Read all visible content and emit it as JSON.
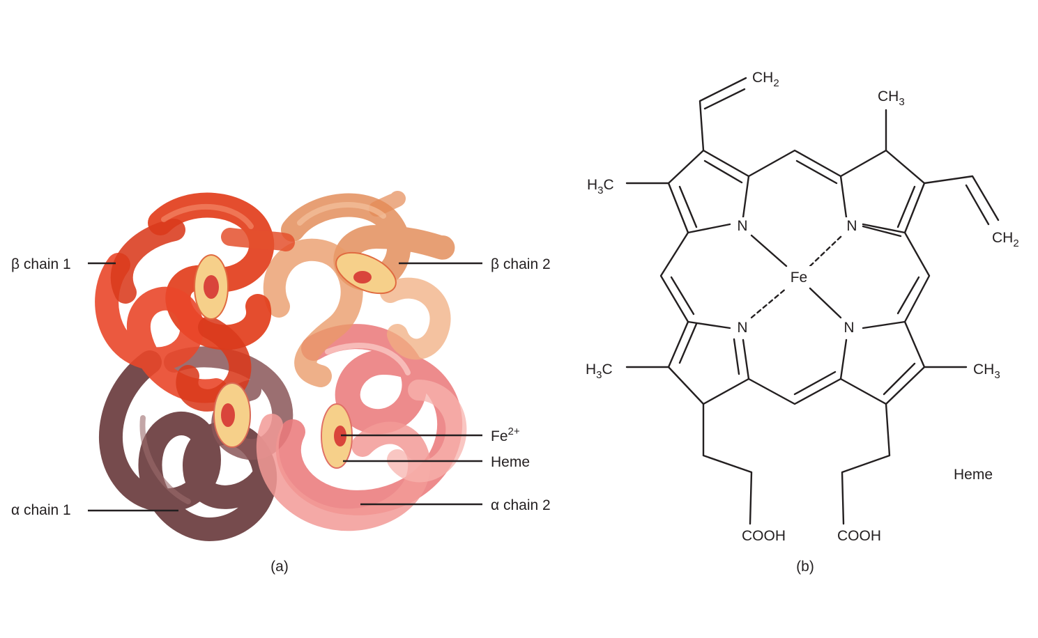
{
  "panel_a": {
    "caption": "(a)",
    "labels": {
      "beta1": "β chain 1",
      "beta2": "β chain 2",
      "alpha1": "α chain 1",
      "alpha2": "α chain 2",
      "fe_base": "Fe",
      "fe_sup": "2+",
      "heme": "Heme"
    },
    "colors": {
      "beta1": "#e8401f",
      "beta2": "#e48a55",
      "alpha1": "#7a4a4c",
      "alpha2": "#ef8583",
      "heme_disc": "#f6d08a",
      "iron": "#d9453b"
    }
  },
  "panel_b": {
    "caption": "(b)",
    "title": "Heme",
    "atoms": {
      "fe": "Fe",
      "n": "N"
    },
    "groups": {
      "ch2_top": {
        "base": "CH",
        "sub": "2"
      },
      "ch3_top": {
        "base": "CH",
        "sub": "3"
      },
      "h3c_left_top": {
        "pre": "H",
        "sub": "3",
        "post": "C"
      },
      "ch2_right": {
        "base": "CH",
        "sub": "2"
      },
      "h3c_left_bottom": {
        "pre": "H",
        "sub": "3",
        "post": "C"
      },
      "ch3_right": {
        "base": "CH",
        "sub": "3"
      },
      "cooh_left": "COOH",
      "cooh_right": "COOH"
    }
  }
}
